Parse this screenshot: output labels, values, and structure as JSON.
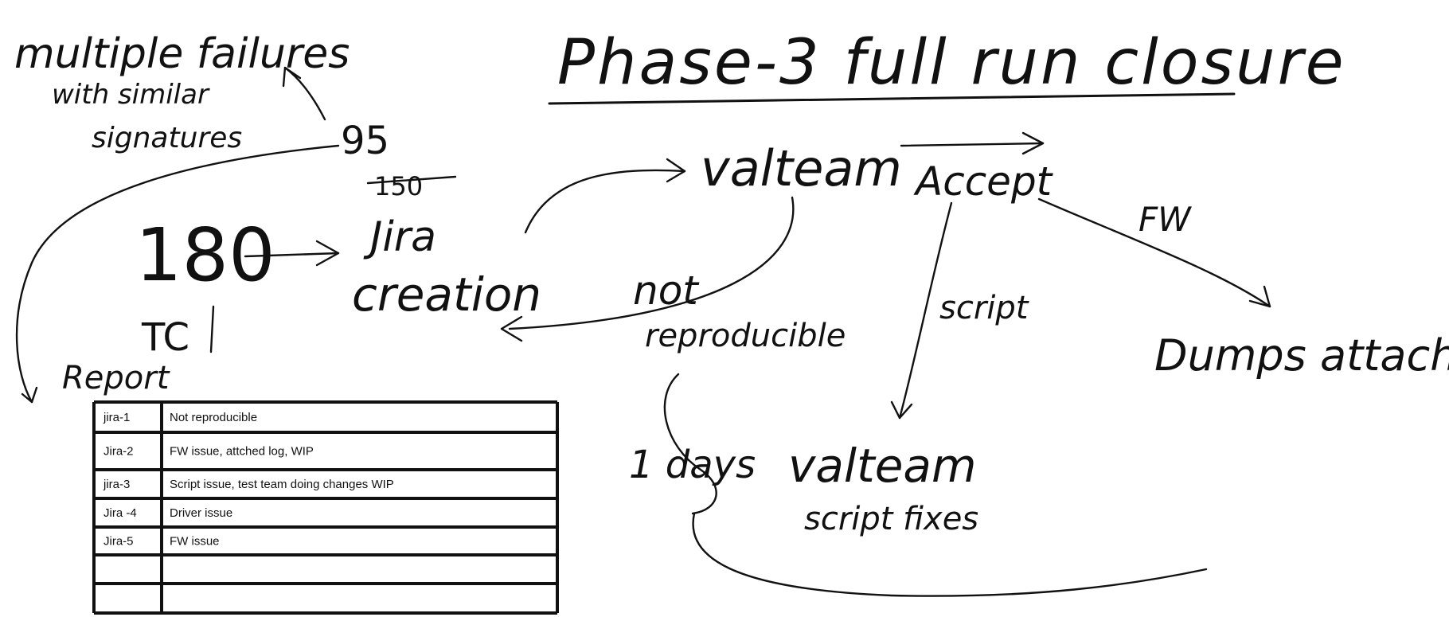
{
  "title": "Phase-3  full run closure",
  "notes": {
    "multiple_failures": "multiple failures",
    "with_similar": "with similar",
    "signatures": "signatures",
    "count_95": "95",
    "count_150_struck": "150",
    "count_180": "180",
    "tc": "TC",
    "report": "Report",
    "one_days": "1 days"
  },
  "nodes": {
    "jira_creation_line1": "Jira",
    "jira_creation_line2": "creation",
    "valteam": "valteam",
    "accept": "Accept",
    "dumps_attach": "Dumps attach",
    "valteam_fixes_line1": "valteam",
    "valteam_fixes_line2": "script fixes"
  },
  "edges": {
    "not": "not",
    "reproducible": "reproducible",
    "script": "script",
    "fw": "FW"
  },
  "report_table": {
    "rows": [
      {
        "id": "jira-1",
        "status": "Not reproducible"
      },
      {
        "id": "Jira-2",
        "status": "FW issue, attched log, WIP"
      },
      {
        "id": "jira-3",
        "status": "Script issue, test team doing changes WIP"
      },
      {
        "id": "Jira -4",
        "status": "Driver issue"
      },
      {
        "id": "Jira-5",
        "status": "FW issue"
      },
      {
        "id": "",
        "status": ""
      },
      {
        "id": "",
        "status": ""
      }
    ]
  }
}
